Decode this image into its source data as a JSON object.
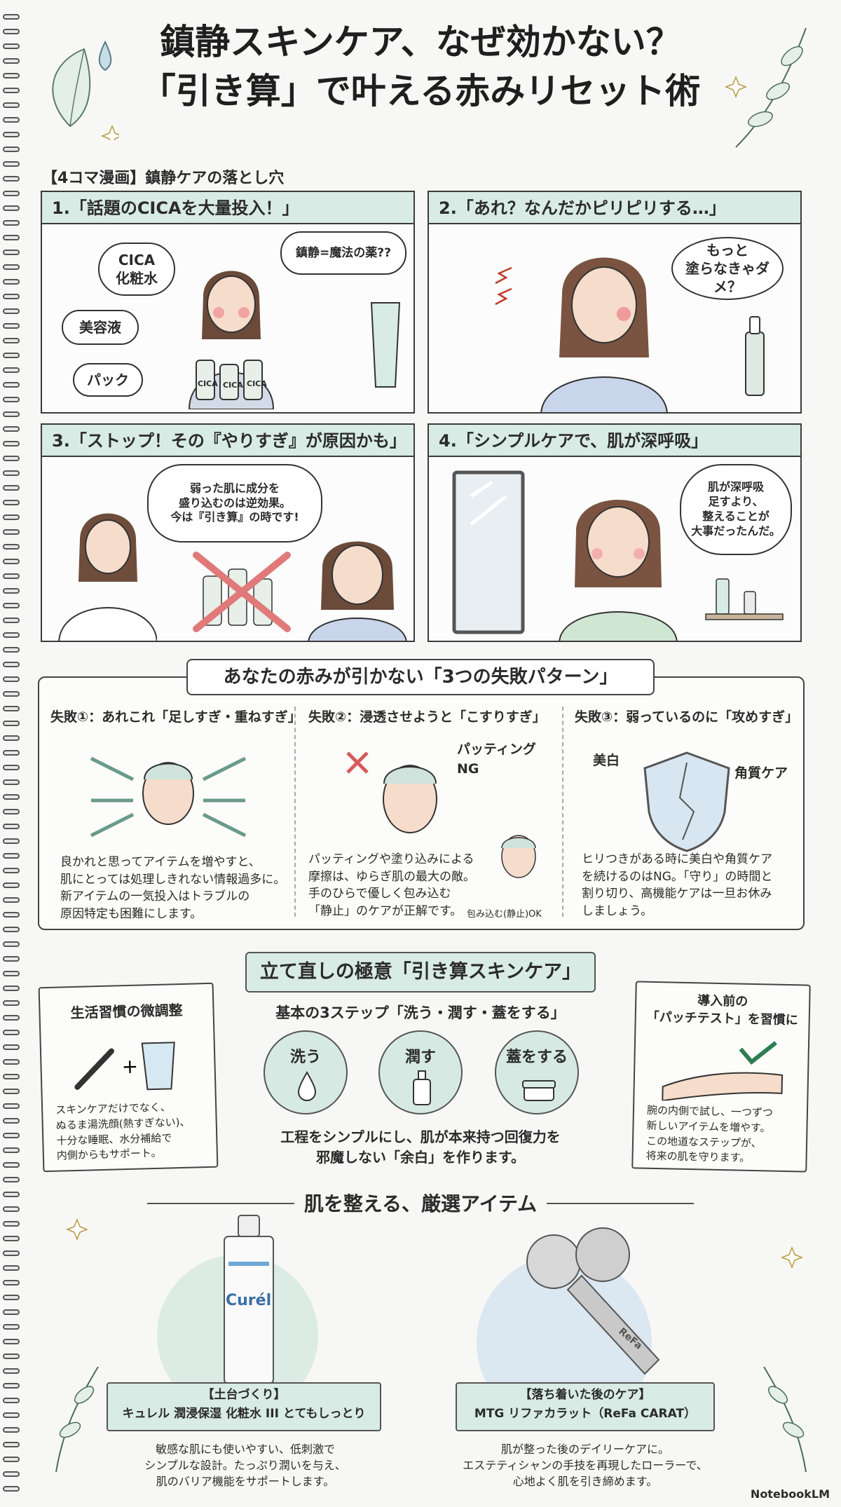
{
  "title": {
    "line1": "鎮静スキンケア、なぜ効かない？",
    "line2": "「引き算」で叶える赤みリセット術"
  },
  "comic": {
    "section_label": "【4コマ漫画】鎮静ケアの落とし穴",
    "panels": [
      {
        "heading": "1.「話題のCICAを大量投入！」",
        "labels": [
          "CICA\n化粧水",
          "美容液",
          "パック"
        ],
        "thought": "鎮静=魔法の薬??",
        "bottle_labels": [
          "CICA",
          "CICA",
          "CICA"
        ]
      },
      {
        "heading": "2.「あれ？なんだかピリピリする…」",
        "bubble": "もっと\n塗らなきゃダメ？"
      },
      {
        "heading": "3.「ストップ！その『やりすぎ』が原因かも」",
        "bubble": "弱った肌に成分を\n盛り込むのは逆効果。\n今は『引き算』の時です!"
      },
      {
        "heading": "4.「シンプルケアで、肌が深呼吸」",
        "bubble": "肌が深呼吸\n足すより、\n整えることが\n大事だったんだ。"
      }
    ]
  },
  "failures": {
    "heading": "あなたの赤みが引かない「3つの失敗パターン」",
    "items": [
      {
        "title": "失敗①：あれこれ「足しすぎ・重ねすぎ」",
        "body": "良かれと思ってアイテムを増やすと、\n肌にとっては処理しきれない情報過多に。\n新アイテムの一気投入はトラブルの\n原因特定も困難にします。"
      },
      {
        "title": "失敗②：浸透させようと「こすりすぎ」",
        "note": "パッティング\nNG",
        "body": "パッティングや塗り込みによる\n摩擦は、ゆらぎ肌の最大の敵。\n手のひらで優しく包み込む\n「静止」のケアが正解です。",
        "sub_note": "包み込む(静止)OK"
      },
      {
        "title": "失敗③：弱っているのに「攻めすぎ」",
        "labels": [
          "美白",
          "角質ケア"
        ],
        "body": "ヒリつきがある時に美白や角質ケア\nを続けるのはNG。「守り」の時間と\n割り切り、高機能ケアは一旦お休み\nしましょう。"
      }
    ]
  },
  "reset": {
    "heading": "立て直しの極意「引き算スキンケア」",
    "subheading": "基本の3ステップ「洗う・潤す・蓋をする」",
    "steps": [
      "洗う",
      "潤す",
      "蓋をする"
    ],
    "caption": "工程をシンプルにし、肌が本来持つ回復力を\n邪魔しない「余白」を作ります。",
    "left_card": {
      "title": "生活習慣の微調整",
      "body": "スキンケアだけでなく、\nぬるま湯洗顔(熱すぎない)、\n十分な睡眠、水分補給で\n内側からもサポート。"
    },
    "right_card": {
      "title": "導入前の\n「パッチテスト」を習慣に",
      "body": "腕の内側で試し、一つずつ\n新しいアイテムを増やす。\nこの地道なステップが、\n将来の肌を守ります。"
    }
  },
  "items": {
    "heading": "肌を整える、厳選アイテム",
    "products": [
      {
        "ribbon": "【土台づくり】\nキュレル 潤浸保湿 化粧水 III とてもしっとり",
        "body": "敏感な肌にも使いやすい、低刺激で\nシンプルな設計。たっぷり潤いを与え、\n肌のバリア機能をサポートします。",
        "brand": "Curél"
      },
      {
        "ribbon": "【落ち着いた後のケア】\nMTG リファカラット（ReFa CARAT）",
        "body": "肌が整った後のデイリーケアに。\nエステティシャンの手技を再現したローラーで、\n心地よく肌を引き締めます。",
        "brand": "ReFa"
      }
    ]
  },
  "footer": {
    "brand": "NotebookLM"
  },
  "colors": {
    "mint": "#d8ebe4",
    "ink": "#2b2b2b",
    "accent_red": "#e07a7a"
  }
}
